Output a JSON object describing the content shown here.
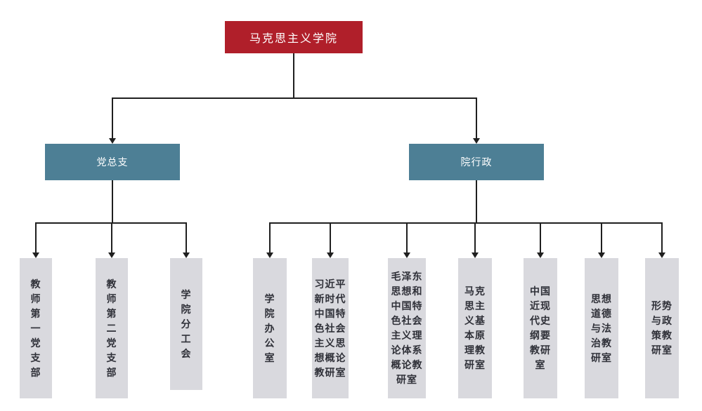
{
  "org": {
    "root": {
      "label": "马克思主义学院"
    },
    "party": {
      "label": "党总支",
      "children": [
        "教\n师\n第\n一\n党\n支\n部",
        "教\n师\n第\n二\n党\n支\n部",
        "学\n院\n分\n工\n会"
      ]
    },
    "admin": {
      "label": "院行政",
      "children": [
        "学\n院\n办\n公\n室",
        "习近平\n新时代\n中国特\n色社会\n主义思\n想概论\n教研室",
        "毛泽东\n思想和\n中国特\n色社会\n主义理\n论体系\n概论教\n研室",
        "马克\n思主\n义基\n本原\n理教\n研室",
        "中国\n近现\n代史\n纲要\n教研\n室",
        "思想\n道德\n与法\n治教\n研室",
        "形势\n与政\n策教\n研室"
      ]
    },
    "colors": {
      "root": "#b01f2a",
      "branch": "#4d7f95",
      "leaf": "#d9d9de",
      "leaf_text": "#2f3038",
      "line": "#1f1f1f"
    }
  }
}
